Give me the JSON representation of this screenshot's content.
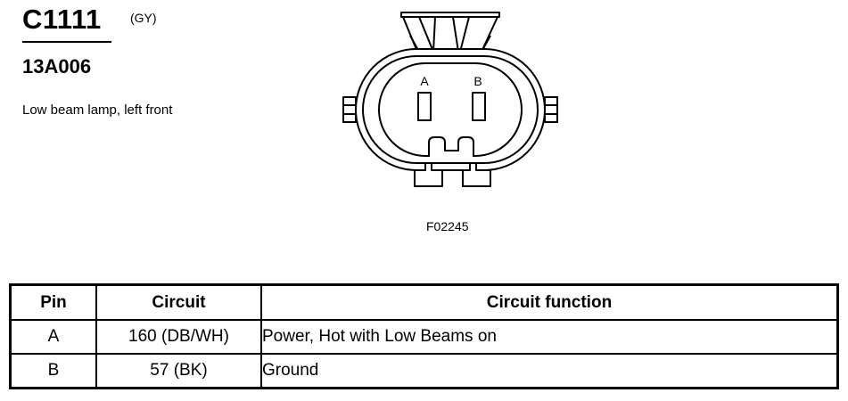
{
  "connector": {
    "id": "C1111",
    "color_code": "(GY)",
    "part_number": "13A006",
    "description": "Low beam lamp, left front",
    "figure_id": "F02245",
    "terminal_a_label": "A",
    "terminal_b_label": "B"
  },
  "table": {
    "headers": {
      "pin": "Pin",
      "circuit": "Circuit",
      "function": "Circuit function"
    },
    "rows": [
      {
        "pin": "A",
        "circuit": "160 (DB/WH)",
        "function": "Power, Hot with Low Beams on"
      },
      {
        "pin": "B",
        "circuit": "57 (BK)",
        "function": "Ground"
      }
    ]
  }
}
